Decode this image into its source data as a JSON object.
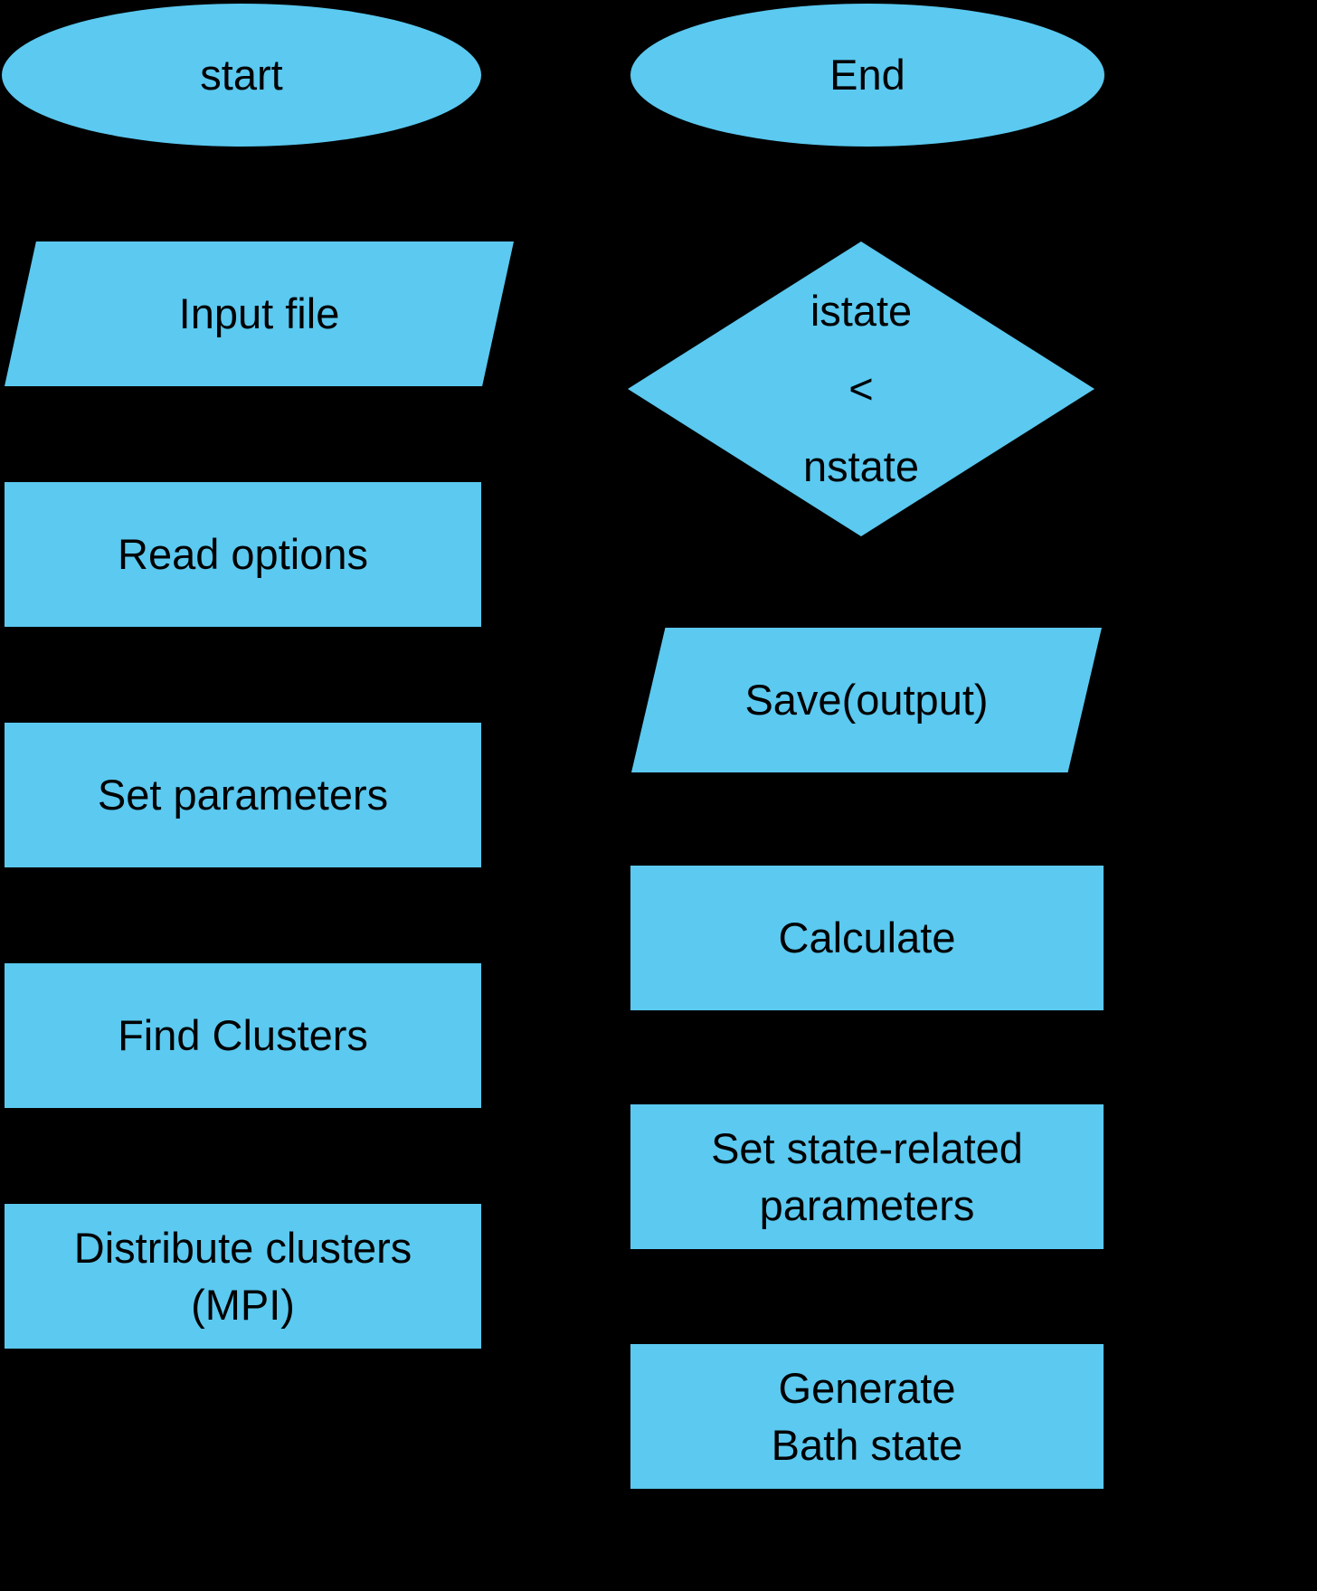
{
  "colors": {
    "background": "#000000",
    "shape_fill": "#5BC9F0",
    "text": "#000000"
  },
  "flowchart": {
    "left_column": [
      {
        "id": "start",
        "shape": "ellipse",
        "lines": [
          "start"
        ]
      },
      {
        "id": "input-file",
        "shape": "parallelogram",
        "lines": [
          "Input file"
        ]
      },
      {
        "id": "read-options",
        "shape": "rectangle",
        "lines": [
          "Read options"
        ]
      },
      {
        "id": "set-parameters",
        "shape": "rectangle",
        "lines": [
          "Set parameters"
        ]
      },
      {
        "id": "find-clusters",
        "shape": "rectangle",
        "lines": [
          "Find Clusters"
        ]
      },
      {
        "id": "distribute-clusters",
        "shape": "rectangle",
        "lines": [
          "Distribute clusters",
          "(MPI)"
        ]
      }
    ],
    "right_column": [
      {
        "id": "end",
        "shape": "ellipse",
        "lines": [
          "End"
        ]
      },
      {
        "id": "istate-decision",
        "shape": "diamond",
        "lines": [
          "istate",
          "<",
          "nstate"
        ]
      },
      {
        "id": "save-output",
        "shape": "parallelogram",
        "lines": [
          "Save(output)"
        ]
      },
      {
        "id": "calculate",
        "shape": "rectangle",
        "lines": [
          "Calculate"
        ]
      },
      {
        "id": "set-state-related",
        "shape": "rectangle",
        "lines": [
          "Set state-related",
          "parameters"
        ]
      },
      {
        "id": "generate-bath-state",
        "shape": "rectangle",
        "lines": [
          "Generate",
          "Bath state"
        ]
      }
    ]
  }
}
